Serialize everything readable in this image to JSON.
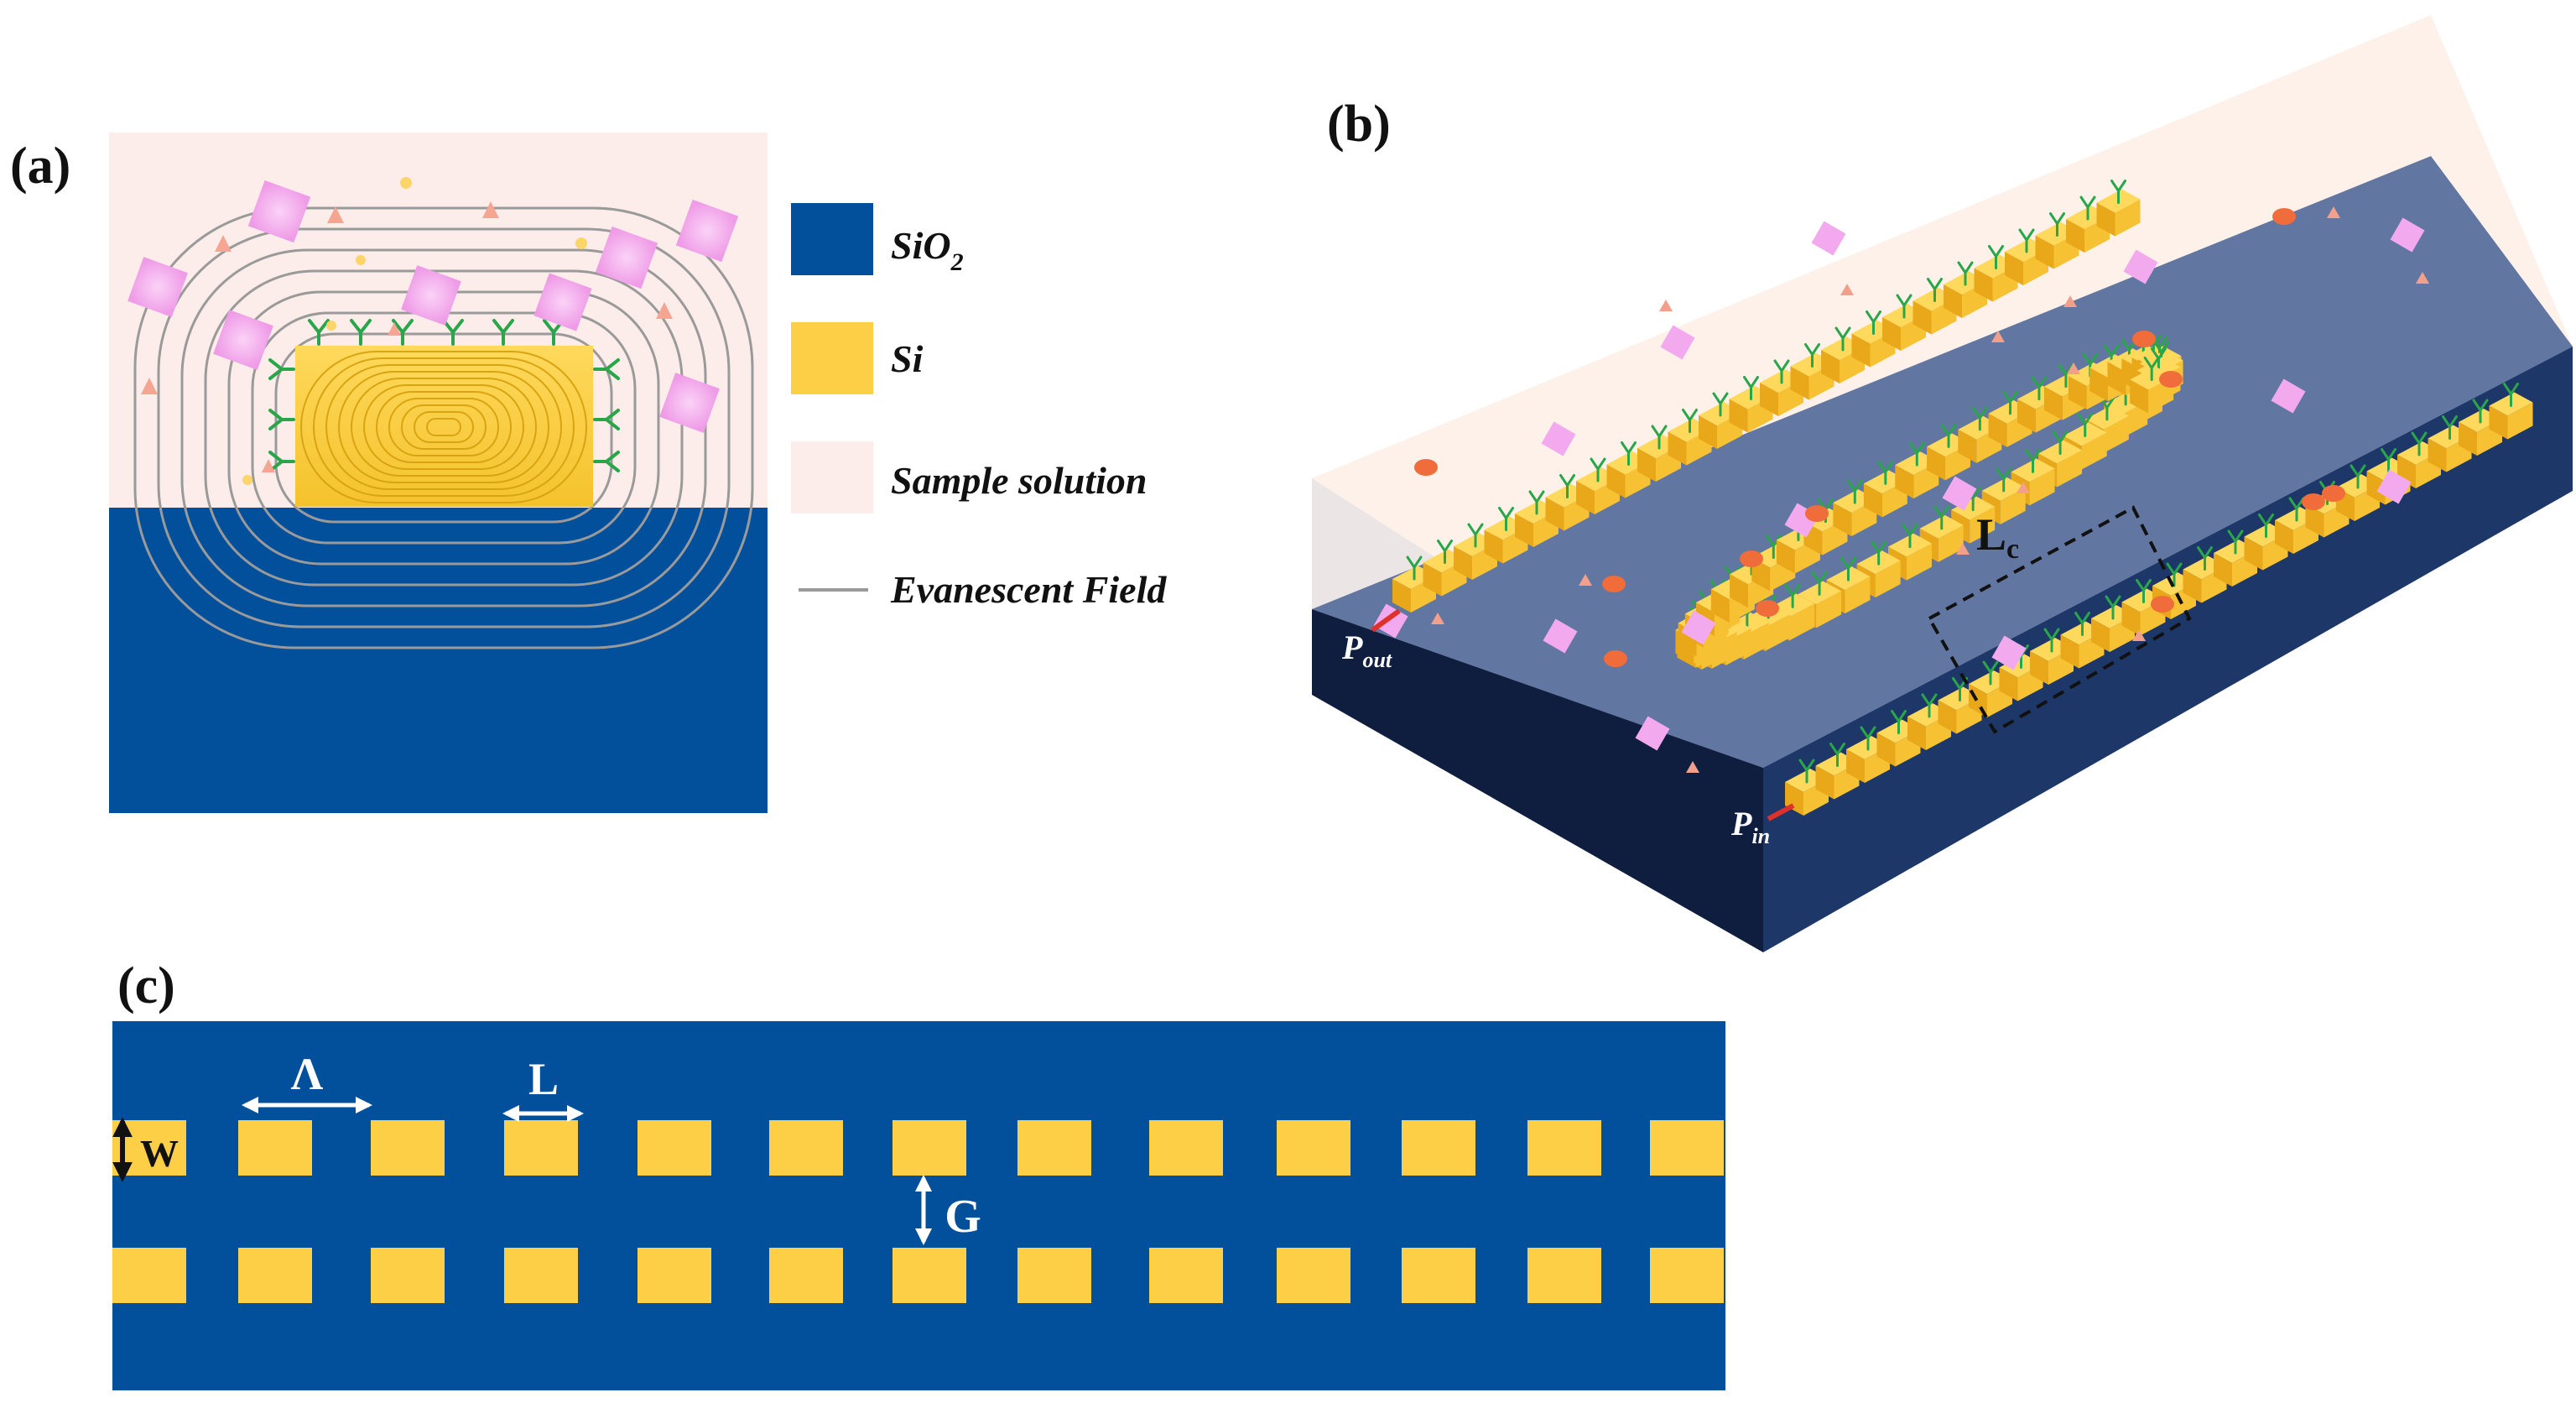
{
  "panels": {
    "a": {
      "label": "(a)"
    },
    "b": {
      "label": "(b)"
    },
    "c": {
      "label": "(c)"
    }
  },
  "legend": {
    "items": [
      {
        "main": "SiO",
        "sub": "2",
        "color": "#02509c",
        "kind": "swatch"
      },
      {
        "main": "Si",
        "sub": "",
        "color": "#fccf47",
        "kind": "swatch"
      },
      {
        "main": "Sample solution",
        "sub": "",
        "color": "#fcedea",
        "kind": "swatch"
      },
      {
        "main": "Evanescent Field",
        "sub": "",
        "color": "#9a9a9a",
        "kind": "line"
      }
    ]
  },
  "panel_b": {
    "coupling_label": "L",
    "coupling_sub": "c",
    "port_out": {
      "main": "P",
      "sub": "out"
    },
    "port_in": {
      "main": "P",
      "sub": "in"
    }
  },
  "panel_c": {
    "period_label": "Λ",
    "length_label": "L",
    "width_label": "W",
    "gap_label": "G"
  },
  "colors": {
    "substrate": "#02509c",
    "silicon": "#fccf47",
    "solution": "#fcedea",
    "chip_top": "#6276a2",
    "chip_front": "#0f1e3f",
    "chip_side": "#1c3768",
    "antibody": "#2aa64a",
    "particle_pink": "#f2a3ea",
    "particle_orange": "#f06c3a",
    "field_line": "#9a9a9a"
  }
}
